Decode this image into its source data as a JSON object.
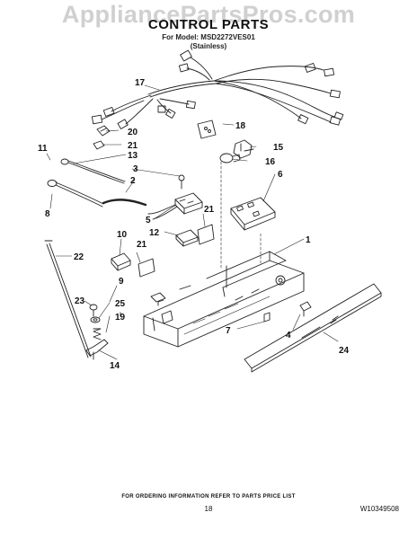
{
  "watermark": "AppliancePartsPros.com",
  "header": {
    "title": "CONTROL PARTS",
    "model_line": "For Model: MSD2272VES01",
    "variant": "(Stainless)"
  },
  "callouts": [
    "1",
    "2",
    "3",
    "4",
    "5",
    "6",
    "7",
    "8",
    "9",
    "10",
    "11",
    "12",
    "13",
    "14",
    "15",
    "16",
    "17",
    "18",
    "19",
    "20",
    "21",
    "21",
    "21",
    "21",
    "22",
    "23",
    "24",
    "25"
  ],
  "footer": {
    "note": "FOR ORDERING INFORMATION REFER TO PARTS PRICE LIST",
    "page_number": "18",
    "document_number": "W10349508"
  }
}
